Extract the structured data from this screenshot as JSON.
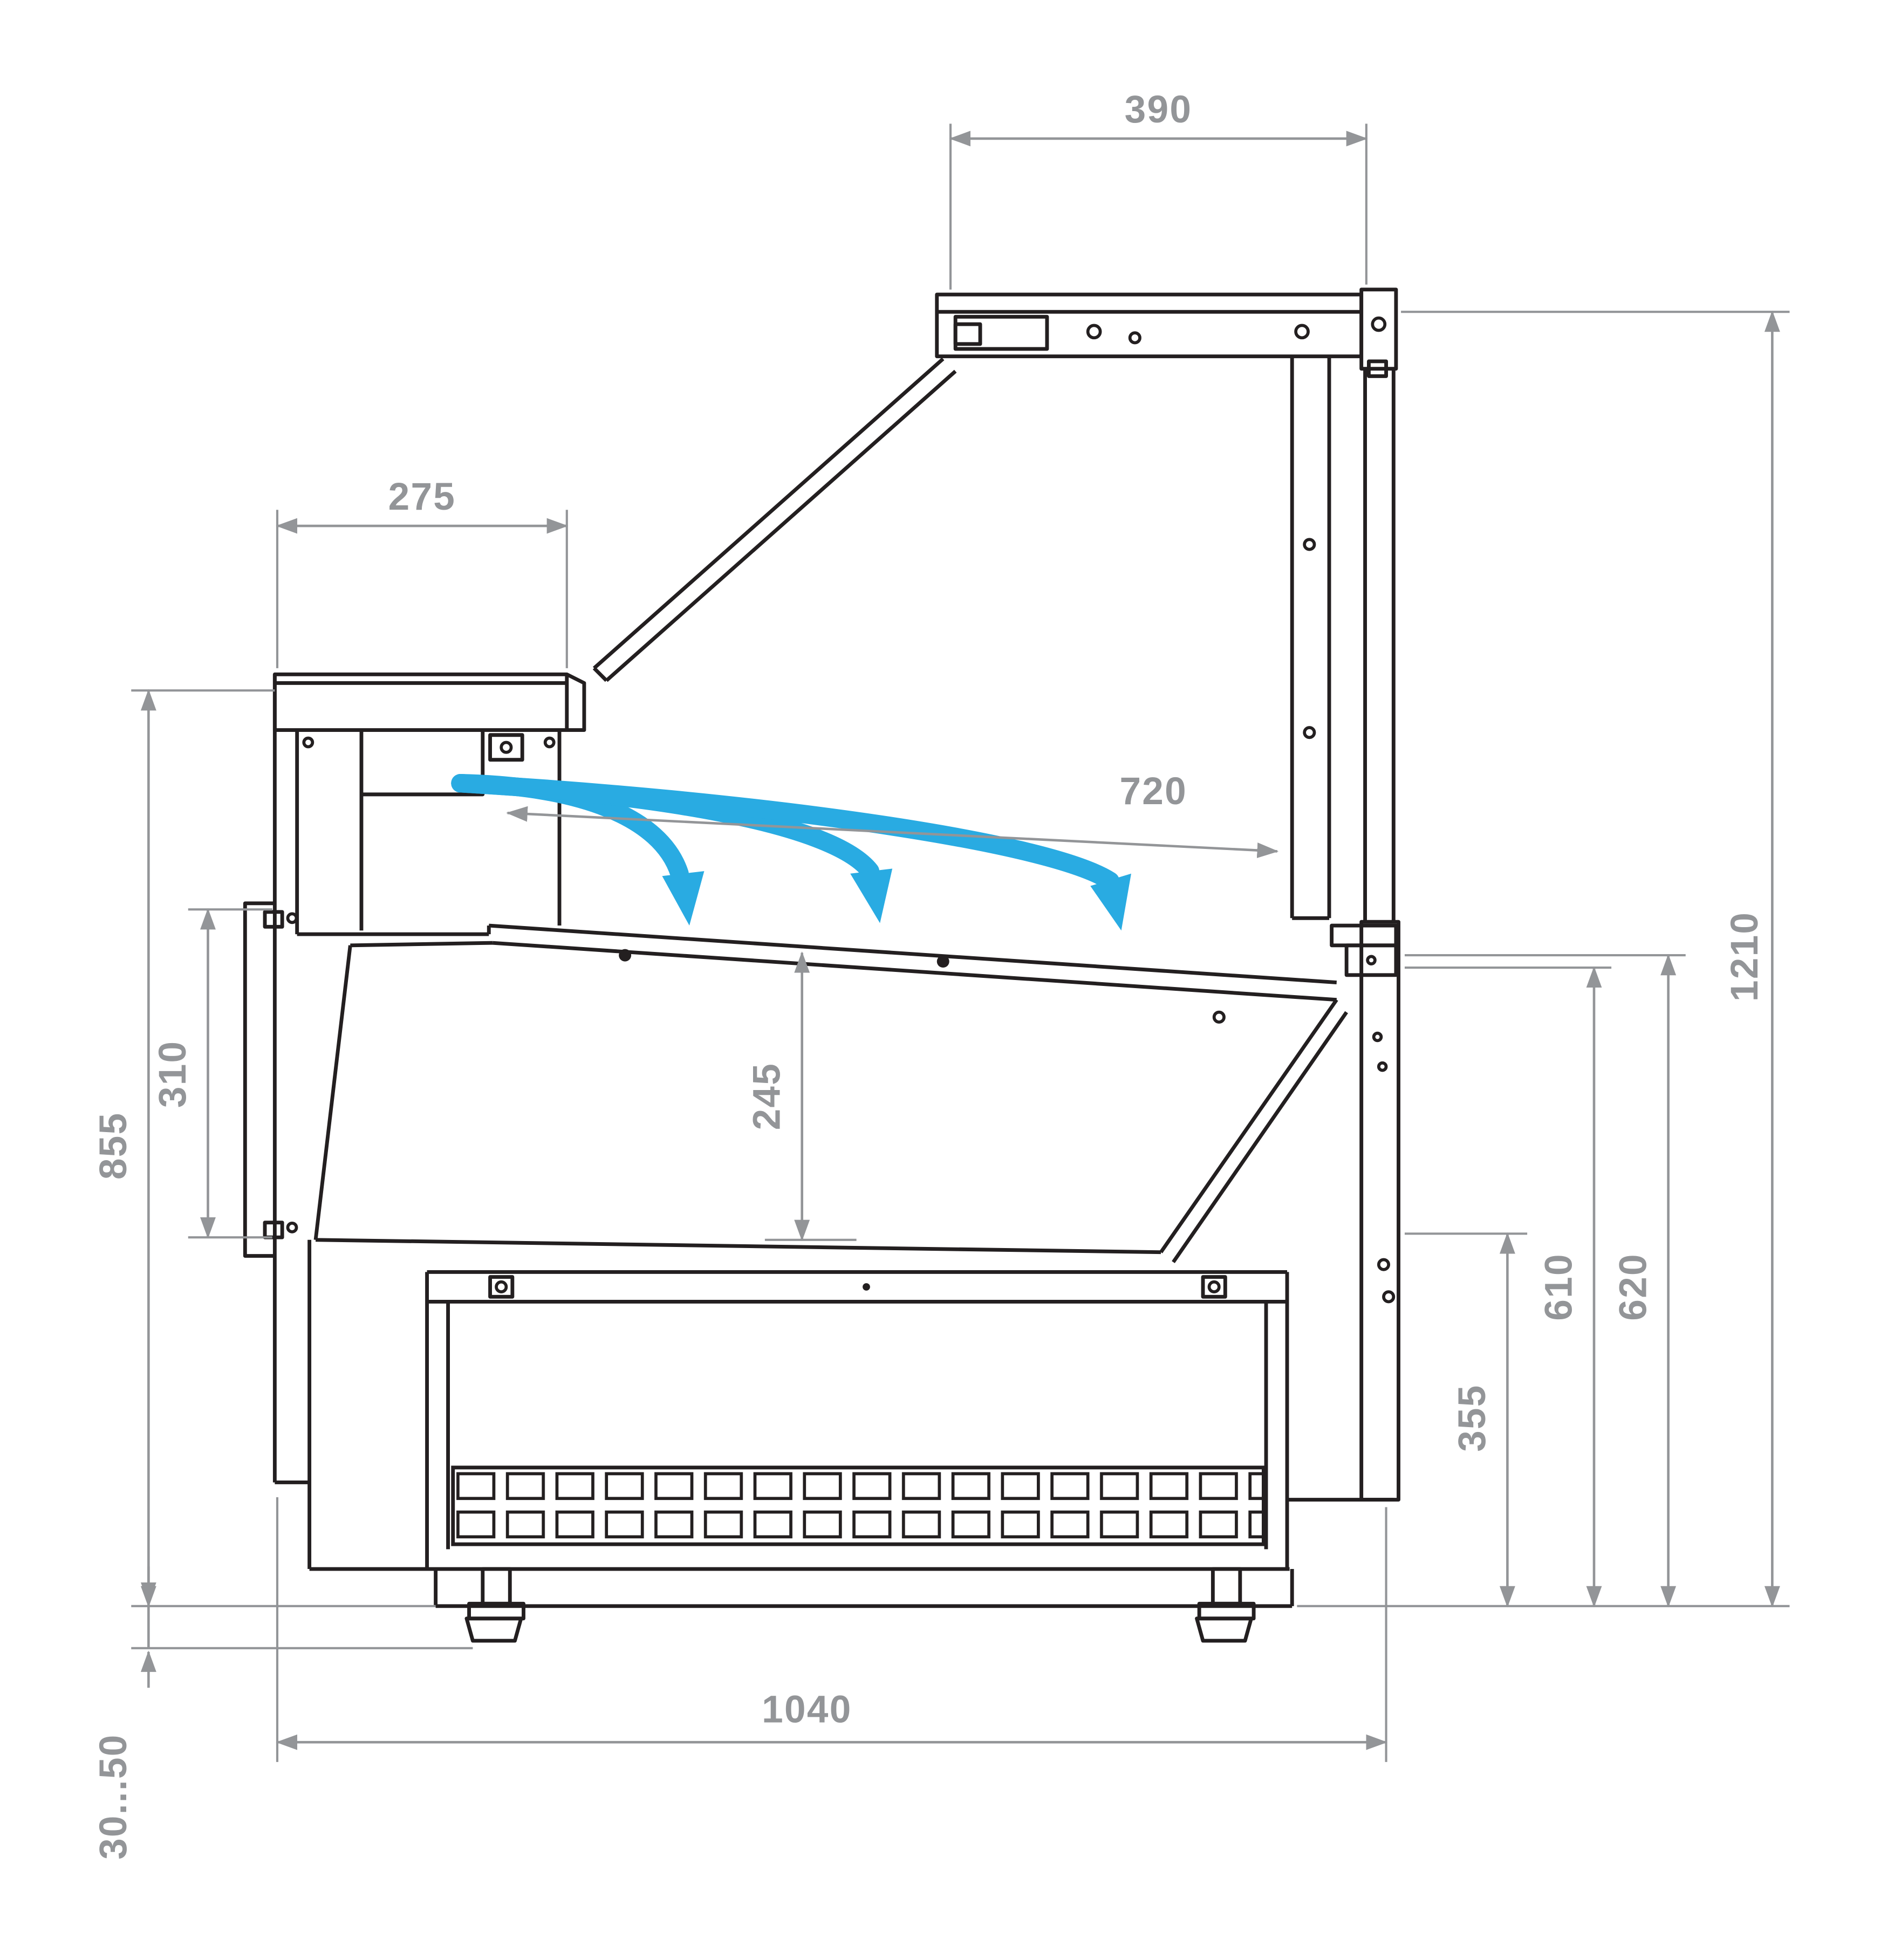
{
  "diagram": {
    "type": "technical-drawing",
    "subject": "refrigerated serve-over display counter, side cross-section with cold airflow",
    "units": "mm",
    "colors": {
      "line": "#231f20",
      "dimension": "#939598",
      "airflow": "#29abe2",
      "background": "#ffffff"
    },
    "airflow": {
      "arrow_count": 3,
      "color": "#29abe2"
    },
    "dimensions": {
      "top_canopy_width": {
        "label": "390"
      },
      "rear_counter_depth": {
        "label": "275"
      },
      "display_deck_depth": {
        "label": "720"
      },
      "overall_height": {
        "label": "1210"
      },
      "rear_height": {
        "label": "855"
      },
      "left_panel_height": {
        "label": "310"
      },
      "well_depth": {
        "label": "245"
      },
      "front_inner_height": {
        "label": "610"
      },
      "front_glass_height": {
        "label": "620"
      },
      "front_lower_height": {
        "label": "355"
      },
      "base_depth": {
        "label": "1040"
      },
      "leg_adjustment": {
        "label": "30...50"
      }
    }
  }
}
